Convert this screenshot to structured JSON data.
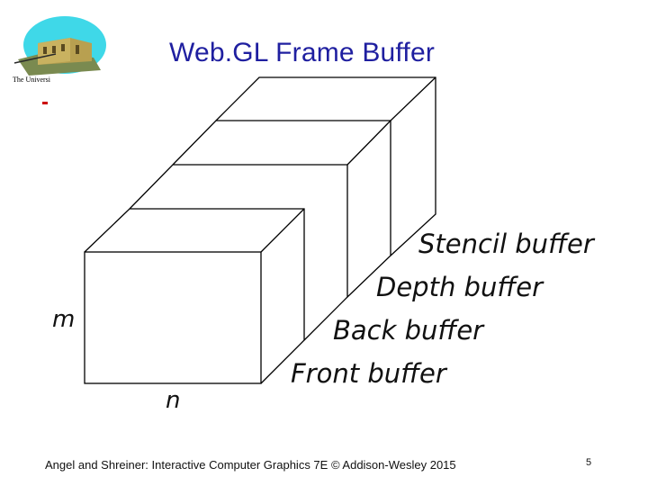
{
  "slide": {
    "title": "Web.GL Frame Buffer",
    "logo_caption": "The Universi",
    "footer": "Angel and Shreiner: Interactive Computer Graphics 7E © Addison-Wesley 2015",
    "page_number": "5"
  },
  "diagram": {
    "buffers": [
      "Stencil buffer",
      "Depth buffer",
      "Back buffer",
      "Front buffer"
    ],
    "height_label": "m",
    "width_label": "n"
  },
  "colors": {
    "title": "#1f1fa0",
    "accent_mark": "#cc0000",
    "logo_sky": "#3fd8e8",
    "logo_building": "#b8a050"
  }
}
